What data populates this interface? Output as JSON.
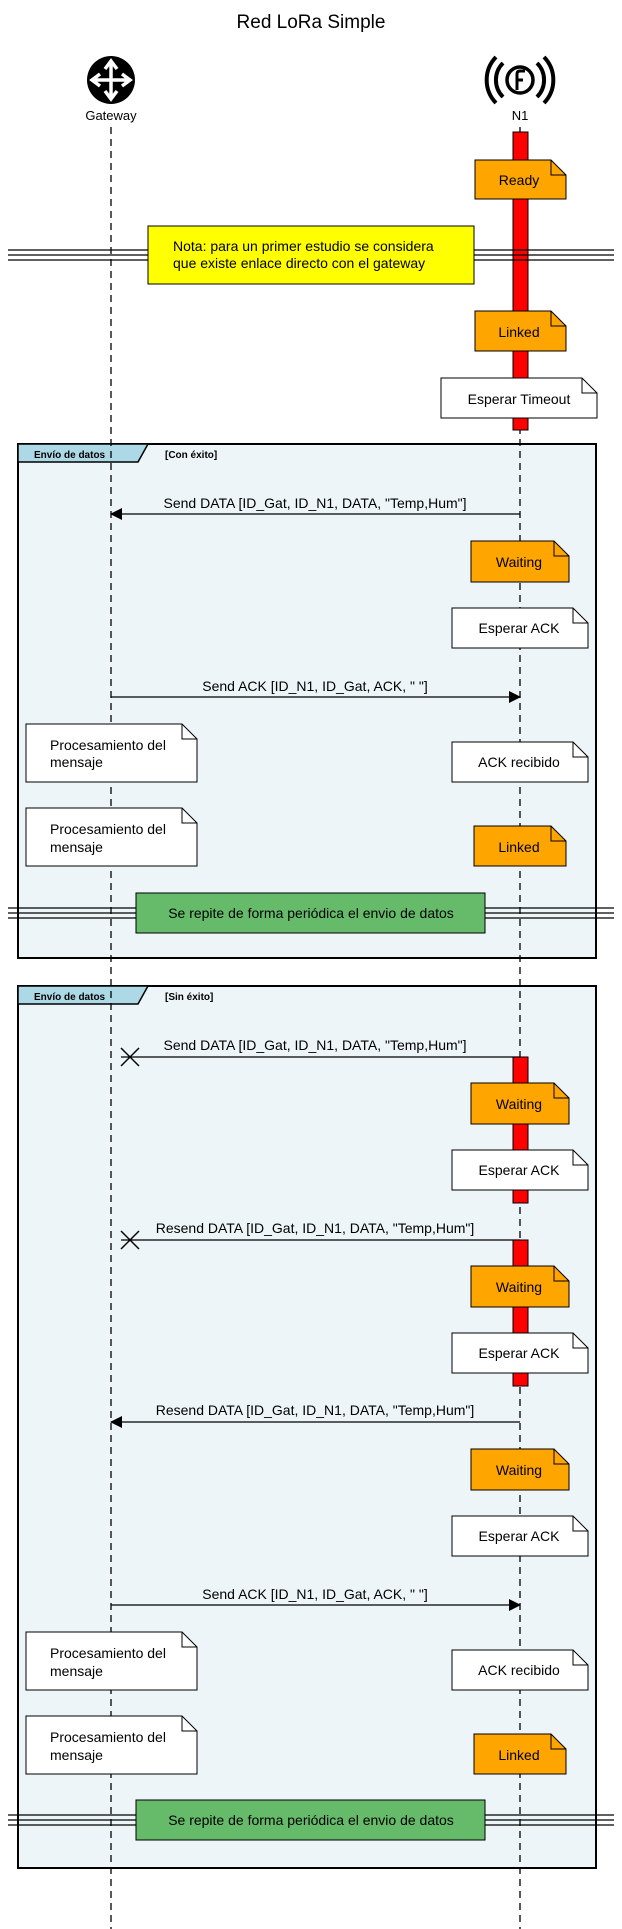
{
  "title": "Red LoRa Simple",
  "participants": {
    "gateway": {
      "label": "Gateway",
      "icon": "router-icon"
    },
    "n1": {
      "label": "N1",
      "icon": "wireless-node-icon"
    }
  },
  "colors": {
    "state_note": "#FFA500",
    "activation": "#FF0000",
    "yellow_note": "#FFFF00",
    "green_divider": "#66BB6A",
    "group_fill": "#EEF5F8",
    "group_tab": "#ADD8E6"
  },
  "intro": {
    "ready": "Ready",
    "nota_line1": "Nota: para un primer estudio se considera",
    "nota_line2": "que existe enlace directo con el gateway",
    "linked": "Linked",
    "esperar_timeout": "Esperar Timeout"
  },
  "group1": {
    "tab": "Envío de datos",
    "condition": "[Con éxito]",
    "send_data": "Send DATA [ID_Gat, ID_N1, DATA, \"Temp,Hum\"]",
    "waiting": "Waiting",
    "esperar_ack": "Esperar ACK",
    "send_ack": "Send ACK [ID_N1, ID_Gat, ACK, \" \"]",
    "proc_line1": "Procesamiento del",
    "proc_line2": "mensaje",
    "ack_recibido": "ACK recibido",
    "linked": "Linked",
    "repeat": "Se repite de forma periódica el envio de datos"
  },
  "group2": {
    "tab": "Envío de datos",
    "condition": "[Sin éxito]",
    "send_data": "Send DATA [ID_Gat, ID_N1, DATA, \"Temp,Hum\"]",
    "waiting": "Waiting",
    "esperar_ack": "Esperar ACK",
    "resend_data": "Resend DATA [ID_Gat, ID_N1, DATA, \"Temp,Hum\"]",
    "send_ack": "Send ACK [ID_N1, ID_Gat, ACK, \" \"]",
    "proc_line1": "Procesamiento del",
    "proc_line2": "mensaje",
    "ack_recibido": "ACK recibido",
    "linked": "Linked",
    "repeat": "Se repite de forma periódica el envio de datos"
  }
}
